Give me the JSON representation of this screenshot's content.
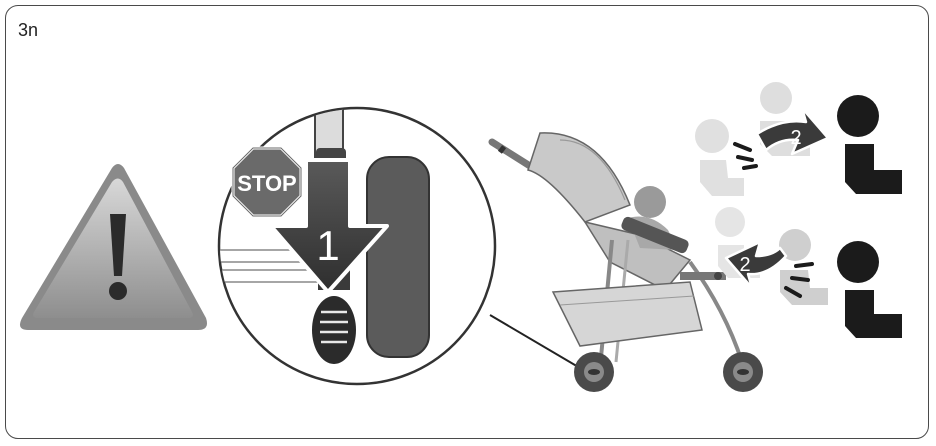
{
  "step_label": "3n",
  "stop_sign_text": "STOP",
  "step_one_number": "1",
  "step_two_number_top": "2",
  "step_two_number_bottom": "2",
  "icons": {
    "warning": "warning-triangle-icon",
    "stop": "stop-sign-icon",
    "press": "press-down-arrow-icon",
    "rotate": "rotate-arrow-icon",
    "child": "child-figure-icon"
  },
  "colors": {
    "frame": "#4a4a4a",
    "dark_figure": "#1b1b1b",
    "ghost_light": "#dedede",
    "ghost_mid": "#b9b9b9",
    "stop_red": "#6a6a6a",
    "arrow_dark": "#3a3a3a"
  }
}
